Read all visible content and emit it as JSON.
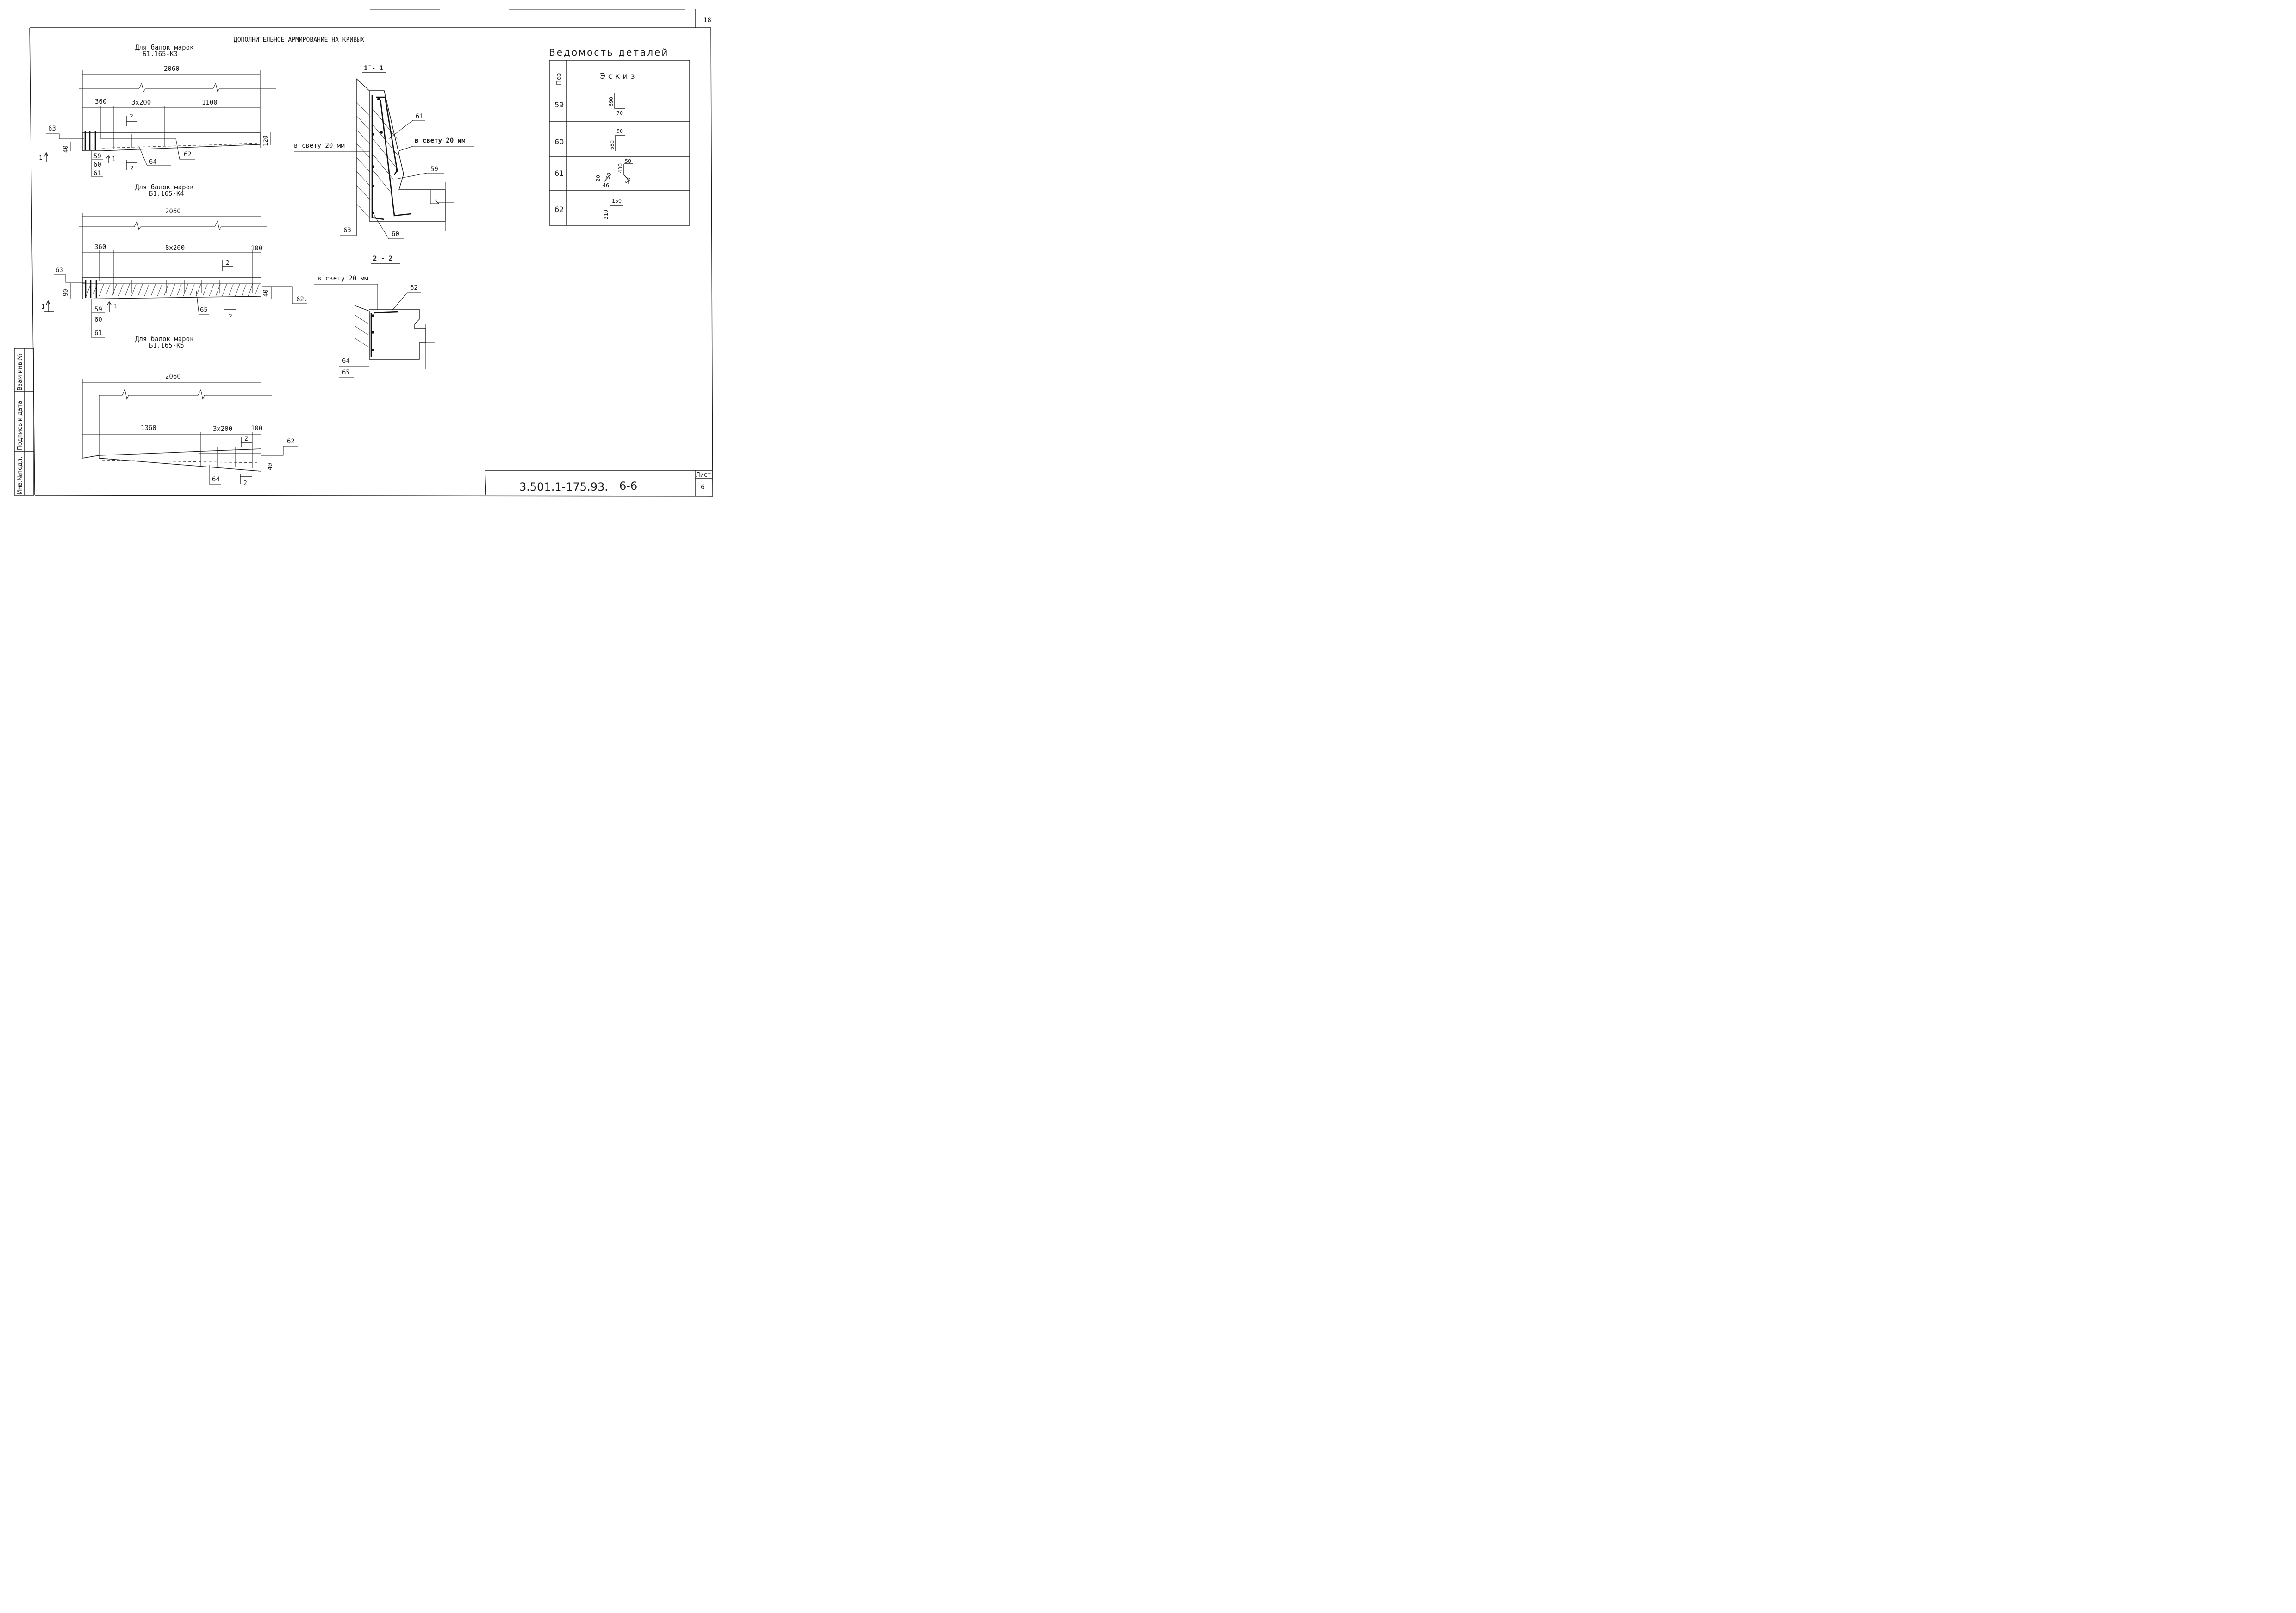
{
  "sheet": {
    "top_page_number": "18",
    "main_title": "ДОПОЛНИТЕЛЬНОЕ АРМИРОВАНИЕ НА КРИВЫХ",
    "doc_code": "3.501.1-175.93.",
    "doc_part": "6-6",
    "sheet_label": "Лист",
    "sheet_number": "6"
  },
  "side_stamp": {
    "col1": "Инв.№подл.",
    "col2": "Подпись и дата",
    "col3": "Взам.инв.№"
  },
  "beam_k3": {
    "caption_line1": "Для балок марок",
    "caption_line2": "Б1.165-К3",
    "dim_total": "2060",
    "dim_a": "360",
    "dim_b": "3x200",
    "dim_c": "1100",
    "dim_height_left": "40",
    "dim_height_right": "120",
    "tag_63": "63",
    "tag_62": "62",
    "tag_64": "64",
    "stack": [
      "59",
      "60",
      "61"
    ],
    "section_1": "1",
    "section_2": "2"
  },
  "beam_k4": {
    "caption_line1": "Для балок марок",
    "caption_line2": "Б1.165-К4",
    "dim_total": "2060",
    "dim_a": "360",
    "dim_b": "8x200",
    "dim_c": "100",
    "dim_height_left": "90",
    "dim_height_right": "40",
    "tag_63": "63",
    "tag_62": "62.",
    "tag_65": "65",
    "stack": [
      "59",
      "60",
      "61"
    ],
    "section_1": "1",
    "section_2": "2"
  },
  "beam_k5": {
    "caption_line1": "Для балок марок",
    "caption_line2": "Б1.165-К5",
    "dim_total": "2060",
    "dim_a": "1360",
    "dim_b": "3x200",
    "dim_c": "100",
    "dim_height_right": "40",
    "tag_62": "62",
    "tag_64": "64",
    "section_2": "2"
  },
  "section_1_1": {
    "title": "1ˇ- 1",
    "gap_left": "в свету 20 мм",
    "gap_right": "в свету 20 мм",
    "tag_61": "61",
    "tag_59": "59",
    "tag_63": "63",
    "tag_60": "60"
  },
  "section_2_2": {
    "title": "2 - 2",
    "gap": "в свету 20 мм",
    "tag_62": "62",
    "tag_64": "64",
    "tag_65": "65"
  },
  "details_table": {
    "title": "Ведомость деталей",
    "col_pos": "Поз",
    "col_sketch": "Эскиз",
    "rows": [
      {
        "pos": "59",
        "dims": [
          "690",
          "70"
        ]
      },
      {
        "pos": "60",
        "dims": [
          "50",
          "680"
        ]
      },
      {
        "pos": "61",
        "dims": [
          "50",
          "430",
          "50",
          "20",
          "46",
          "50"
        ]
      },
      {
        "pos": "62",
        "dims": [
          "150",
          "210"
        ]
      }
    ]
  }
}
